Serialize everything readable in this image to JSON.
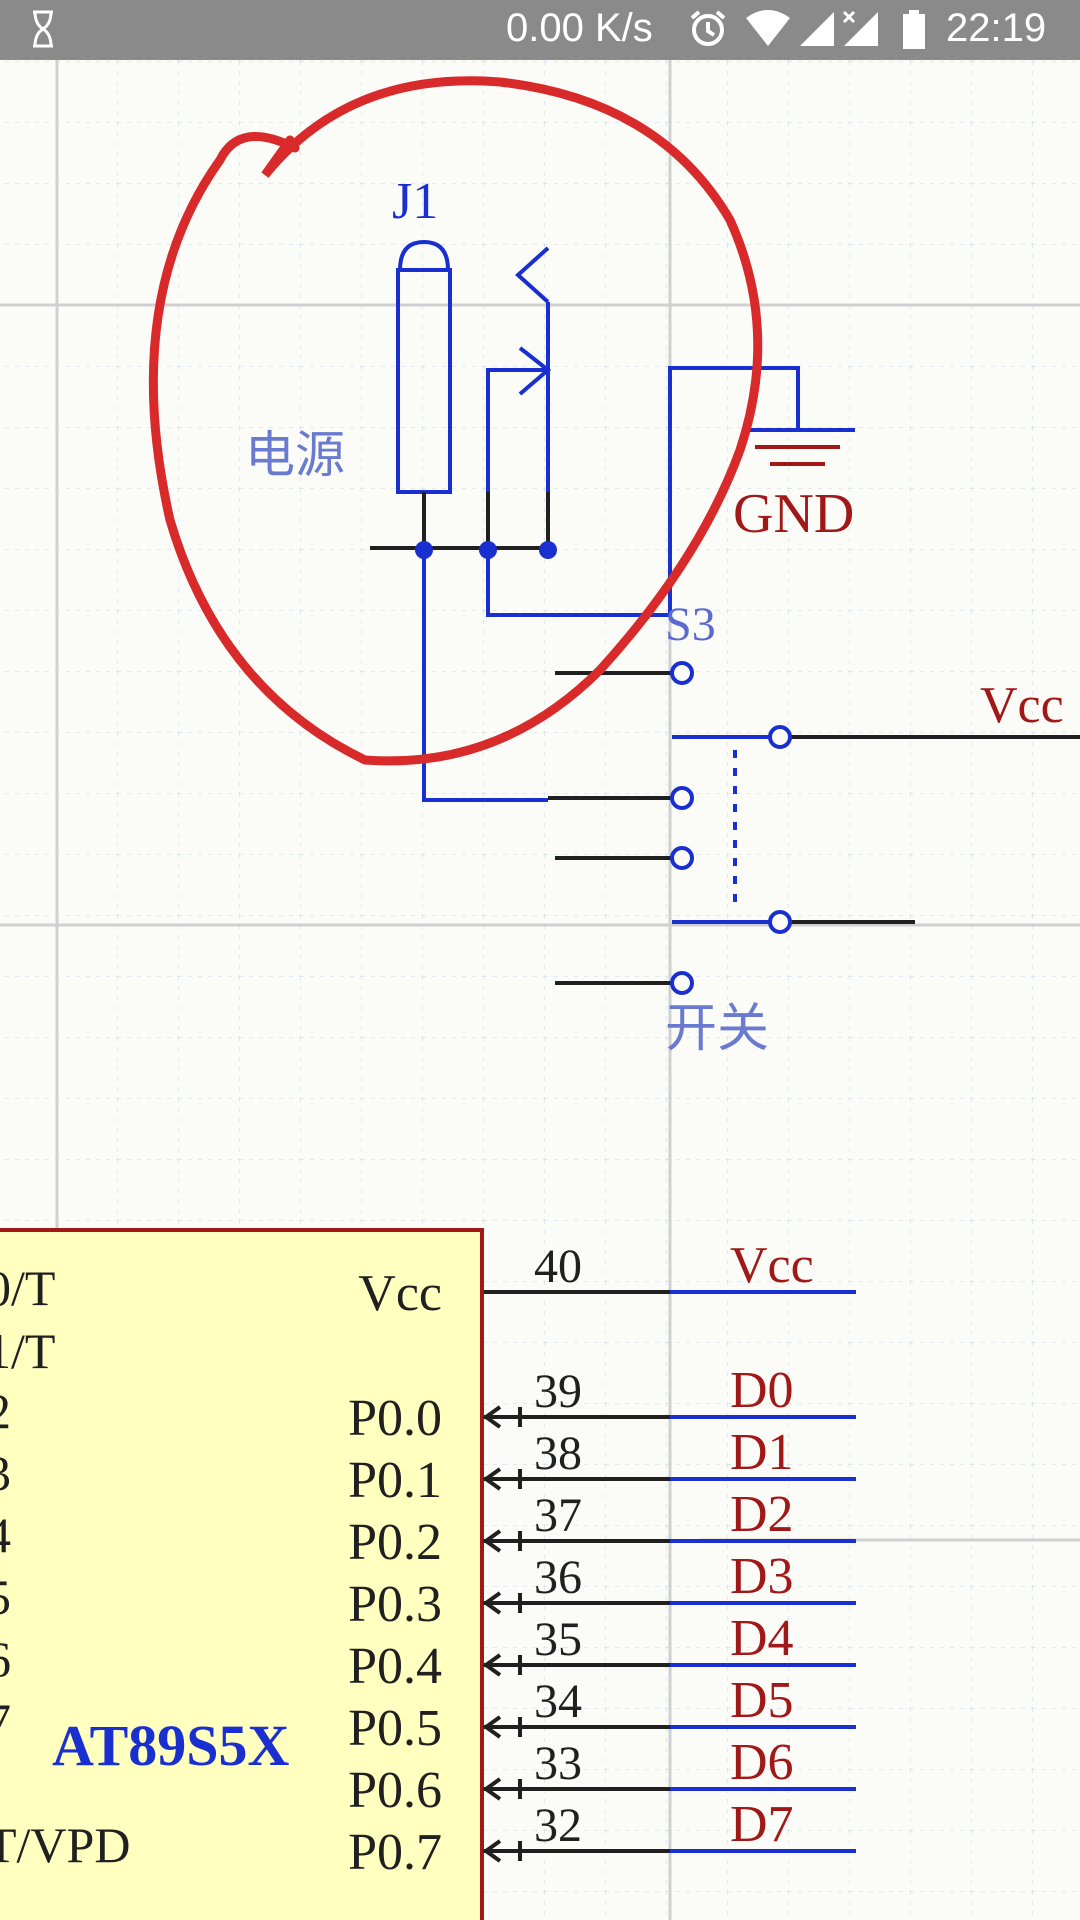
{
  "status_bar": {
    "network_speed": "0.00 K/s",
    "time": "22:19",
    "icons": [
      "hourglass-icon",
      "alarm-icon",
      "wifi-icon",
      "signal-icon",
      "signal-no-data-icon",
      "battery-icon"
    ]
  },
  "schematic": {
    "connector": {
      "ref": "J1",
      "label": "电源"
    },
    "ground": {
      "label": "GND"
    },
    "switch": {
      "ref": "S3",
      "label": "开关",
      "net": "Vcc"
    },
    "mcu": {
      "name": "AT89S5X",
      "left_pins": [
        "0/T",
        "1/T",
        "2",
        "3",
        "4",
        "5",
        "6",
        "7",
        "T/VPD"
      ],
      "right_pins": [
        {
          "name": "Vcc",
          "number": "40",
          "net": "Vcc"
        },
        {
          "name": "P0.0",
          "number": "39",
          "net": "D0"
        },
        {
          "name": "P0.1",
          "number": "38",
          "net": "D1"
        },
        {
          "name": "P0.2",
          "number": "37",
          "net": "D2"
        },
        {
          "name": "P0.3",
          "number": "36",
          "net": "D3"
        },
        {
          "name": "P0.4",
          "number": "35",
          "net": "D4"
        },
        {
          "name": "P0.5",
          "number": "34",
          "net": "D5"
        },
        {
          "name": "P0.6",
          "number": "33",
          "net": "D6"
        },
        {
          "name": "P0.7",
          "number": "32",
          "net": "D7"
        }
      ]
    }
  },
  "colors": {
    "wire": "#1a2fd0",
    "label_red": "#a01818",
    "annotation": "#d82a2a",
    "chip_fill": "#ffffc0",
    "chip_border": "#a01818"
  }
}
